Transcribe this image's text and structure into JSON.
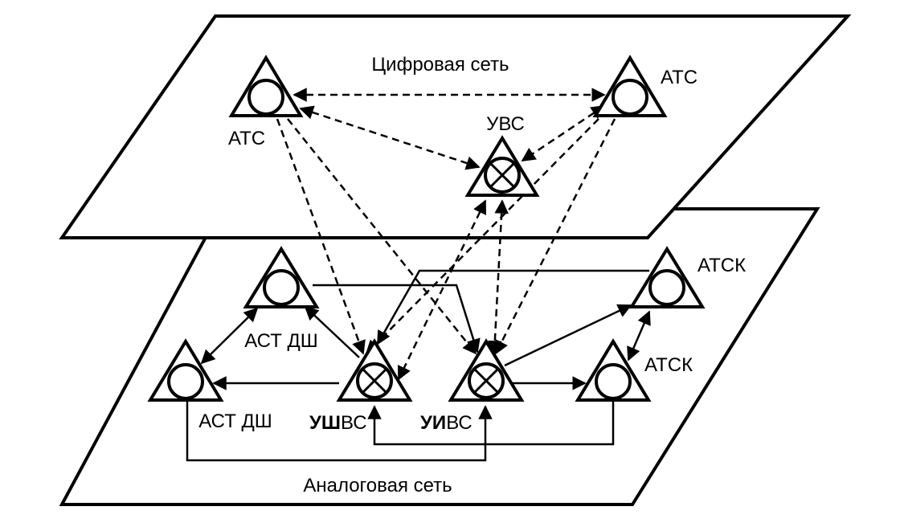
{
  "planes": {
    "digital_label": "Цифровая сеть",
    "analog_label": "Аналоговая сеть"
  },
  "nodes": {
    "ats_left": "АТС",
    "ats_right": "АТС",
    "uvs_digital": "УВС",
    "astdsh_upper": "АСТ ДШ",
    "astdsh_lower": "АСТ ДШ",
    "uivs_left_prefix": "УШ",
    "uivs_left_suffix": "ВС",
    "uivs_right_prefix": "УИ",
    "uivs_right_suffix": "ВС",
    "atsk_upper": "АТСК",
    "atsk_lower": "АТСК"
  }
}
